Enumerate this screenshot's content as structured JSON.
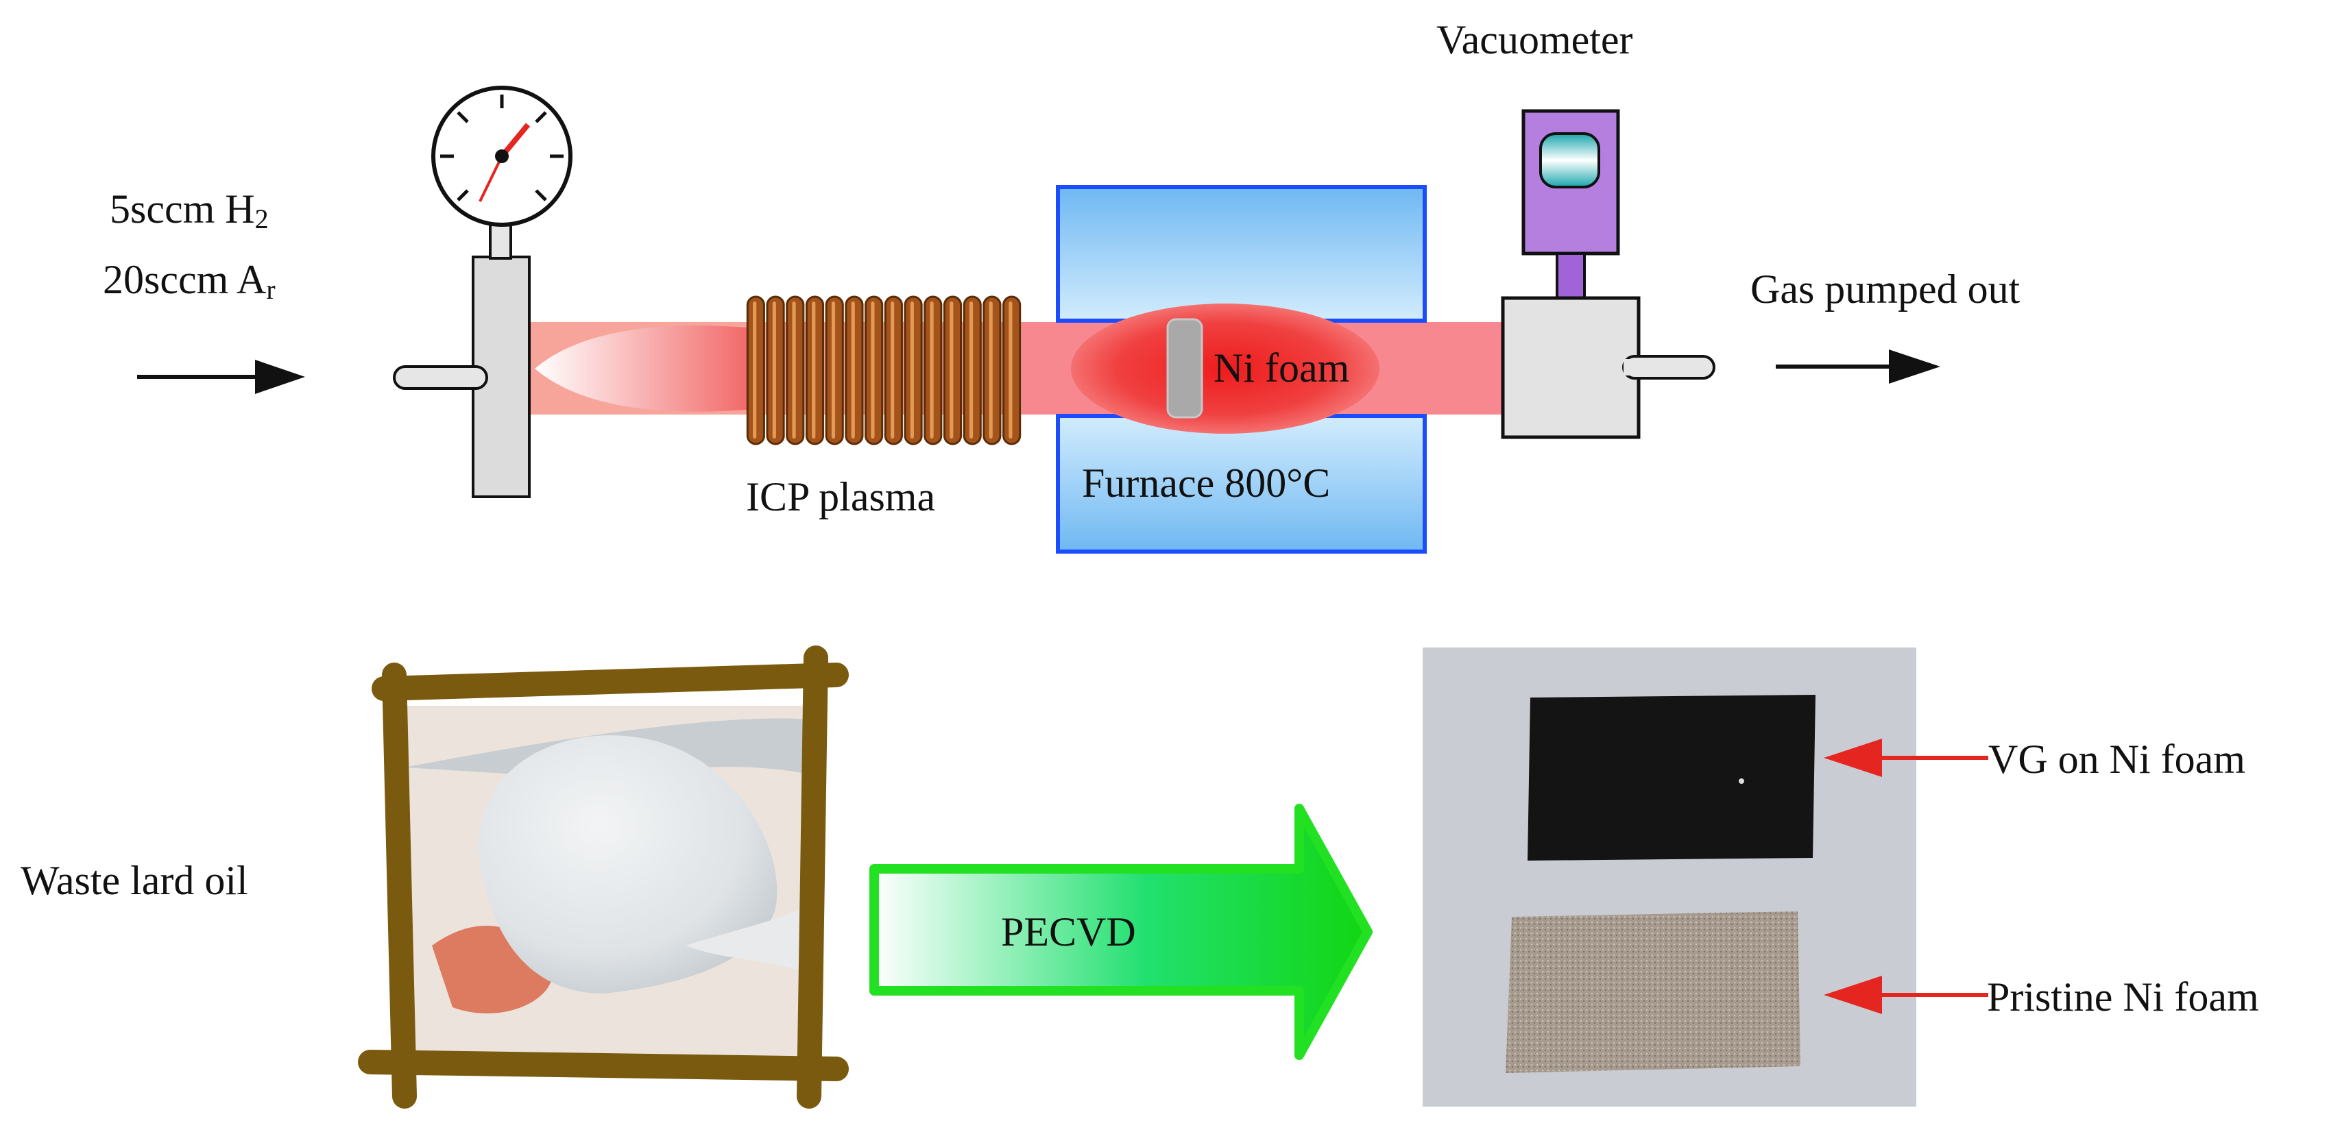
{
  "gas_input": {
    "line1": "5sccm H",
    "line1_sub": "2",
    "line2": "20sccm A",
    "line2_sub": "r"
  },
  "labels": {
    "icp": "ICP plasma",
    "furnace": "Furnace 800°C",
    "ni_foam": "Ni foam",
    "vacuometer": "Vacuometer",
    "gas_out": "Gas pumped out",
    "waste_lard": "Waste lard oil",
    "pecvd": "PECVD",
    "vg_on_ni": "VG on Ni foam",
    "pristine": "Pristine Ni foam"
  },
  "colors": {
    "tube": "#f7a49a",
    "plasma_core": "#ee2020",
    "coil": "#a4541b",
    "furnace_fill": "#a9d6f7",
    "furnace_stroke": "#1b4dff",
    "frame": "#7a5a0e",
    "arrow_green": "#22e022",
    "vacuometer_purple": "#b57fe0",
    "vacuometer_screen": "#4fd8e0",
    "pointer_red": "#e52620"
  },
  "icons": {
    "gauge": "pressure-gauge-icon",
    "flow_in": "arrow-right-icon",
    "flow_out": "arrow-right-icon"
  }
}
